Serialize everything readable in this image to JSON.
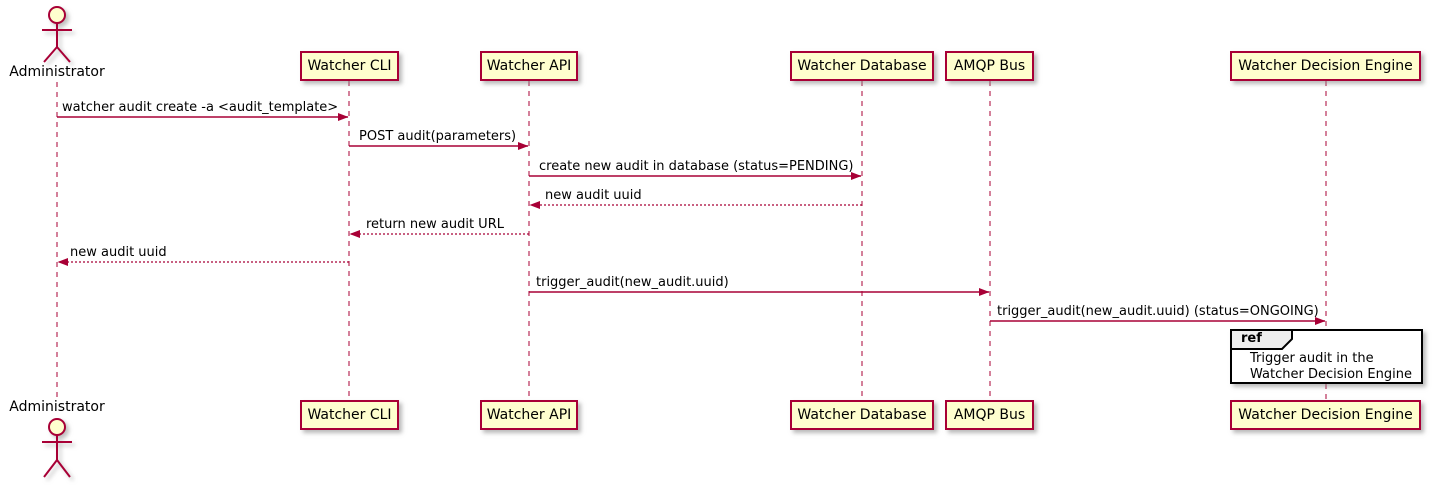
{
  "diagram": {
    "type": "sequence-diagram",
    "actor": {
      "label": "Administrator"
    },
    "participants": [
      {
        "label": "Watcher CLI"
      },
      {
        "label": "Watcher API"
      },
      {
        "label": "Watcher Database"
      },
      {
        "label": "AMQP Bus"
      },
      {
        "label": "Watcher Decision Engine"
      }
    ],
    "messages": [
      {
        "text": "watcher audit create -a <audit_template>",
        "from": "Administrator",
        "to": "Watcher CLI",
        "line": "solid"
      },
      {
        "text": "POST audit(parameters)",
        "from": "Watcher CLI",
        "to": "Watcher API",
        "line": "solid"
      },
      {
        "text": "create new audit in database (status=PENDING)",
        "from": "Watcher API",
        "to": "Watcher Database",
        "line": "solid"
      },
      {
        "text": "new audit uuid",
        "from": "Watcher Database",
        "to": "Watcher API",
        "line": "dashed"
      },
      {
        "text": "return new audit URL",
        "from": "Watcher API",
        "to": "Watcher CLI",
        "line": "dashed"
      },
      {
        "text": "new audit uuid",
        "from": "Watcher CLI",
        "to": "Administrator",
        "line": "dashed"
      },
      {
        "text": "trigger_audit(new_audit.uuid)",
        "from": "Watcher API",
        "to": "AMQP Bus",
        "line": "solid"
      },
      {
        "text": "trigger_audit(new_audit.uuid) (status=ONGOING)",
        "from": "AMQP Bus",
        "to": "Watcher Decision Engine",
        "line": "solid"
      }
    ],
    "ref": {
      "tag": "ref",
      "lines": [
        "Trigger audit in the",
        "Watcher Decision Engine"
      ]
    },
    "colors": {
      "line": "#A80036",
      "participant_fill": "#FEFECE",
      "text": "#000000",
      "ref_tag_fill": "#EEEEEE",
      "ref_border": "#000000"
    }
  }
}
